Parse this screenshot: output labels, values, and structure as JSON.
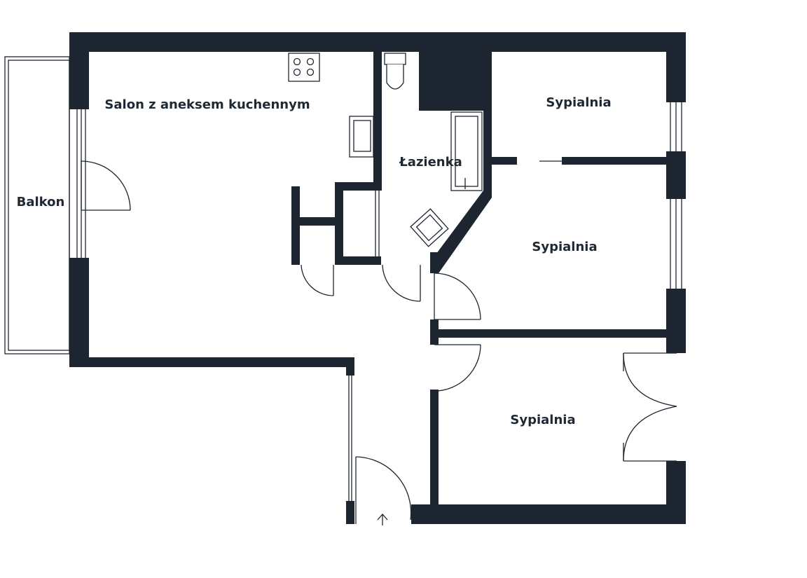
{
  "rooms": {
    "living": "Salon z aneksem kuchennym",
    "bathroom": "Łazienka",
    "bedroom_top": "Sypialnia",
    "bedroom_middle": "Sypialnia",
    "bedroom_bottom": "Sypialnia",
    "balcony": "Balkon"
  },
  "colors": {
    "wall": "#1d2530",
    "background": "#ffffff"
  }
}
